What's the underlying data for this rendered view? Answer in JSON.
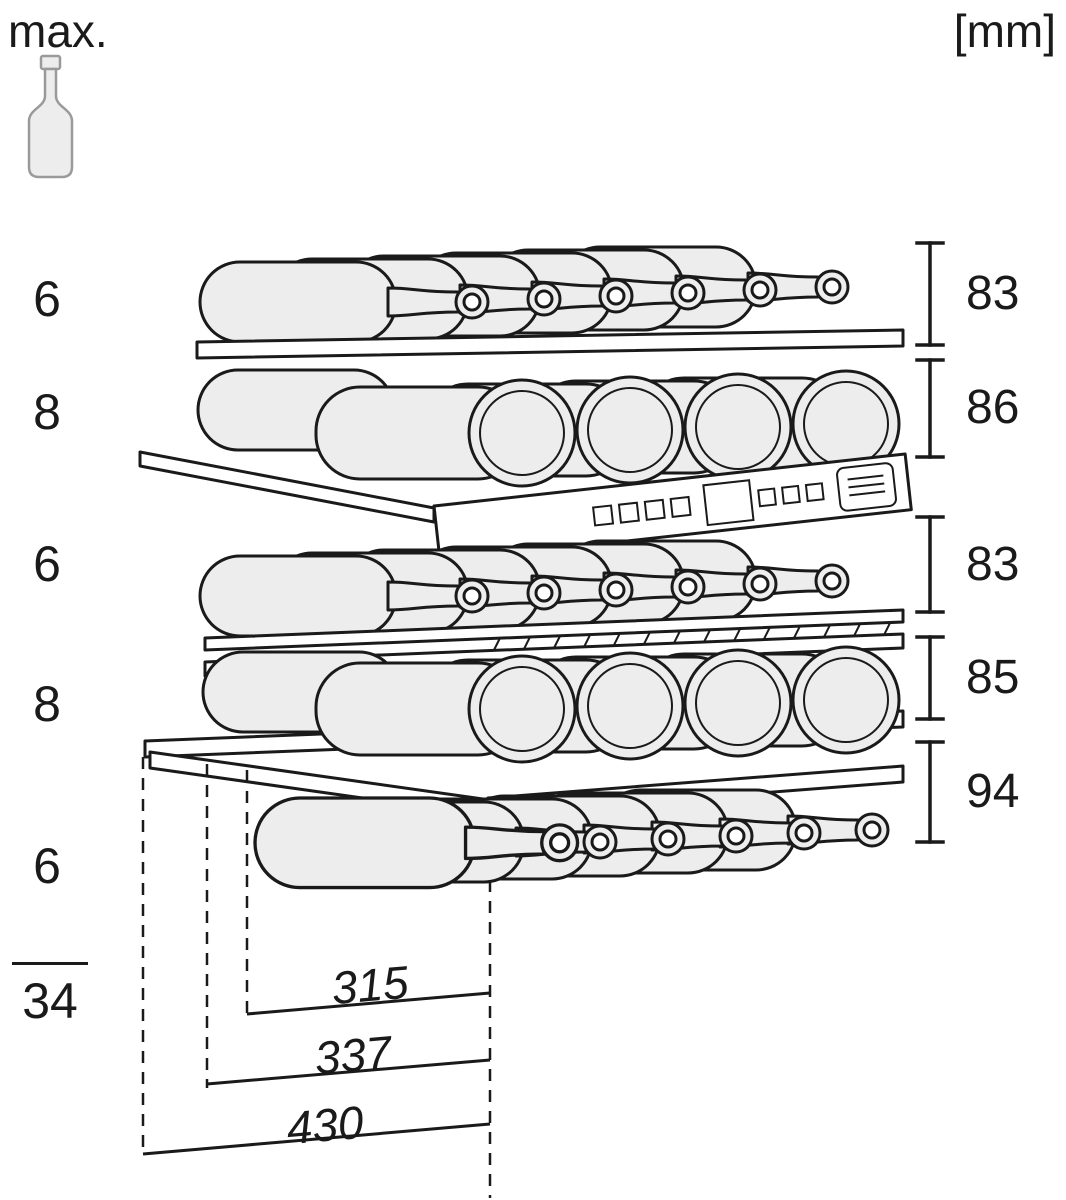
{
  "header": {
    "max_label": "max.",
    "units_label": "[mm]"
  },
  "shelves": [
    {
      "bottle_count": "6",
      "height_mm": "83"
    },
    {
      "bottle_count": "8",
      "height_mm": "86"
    },
    {
      "bottle_count": "6",
      "height_mm": "83"
    },
    {
      "bottle_count": "8",
      "height_mm": "85"
    },
    {
      "bottle_count": "6",
      "height_mm": "94"
    }
  ],
  "total_bottles": "34",
  "depths_mm": [
    "315",
    "337",
    "430"
  ],
  "colors": {
    "line": "#1a1a1a",
    "bottle_fill": "#ededed",
    "icon_gray": "#9a9a9a"
  }
}
